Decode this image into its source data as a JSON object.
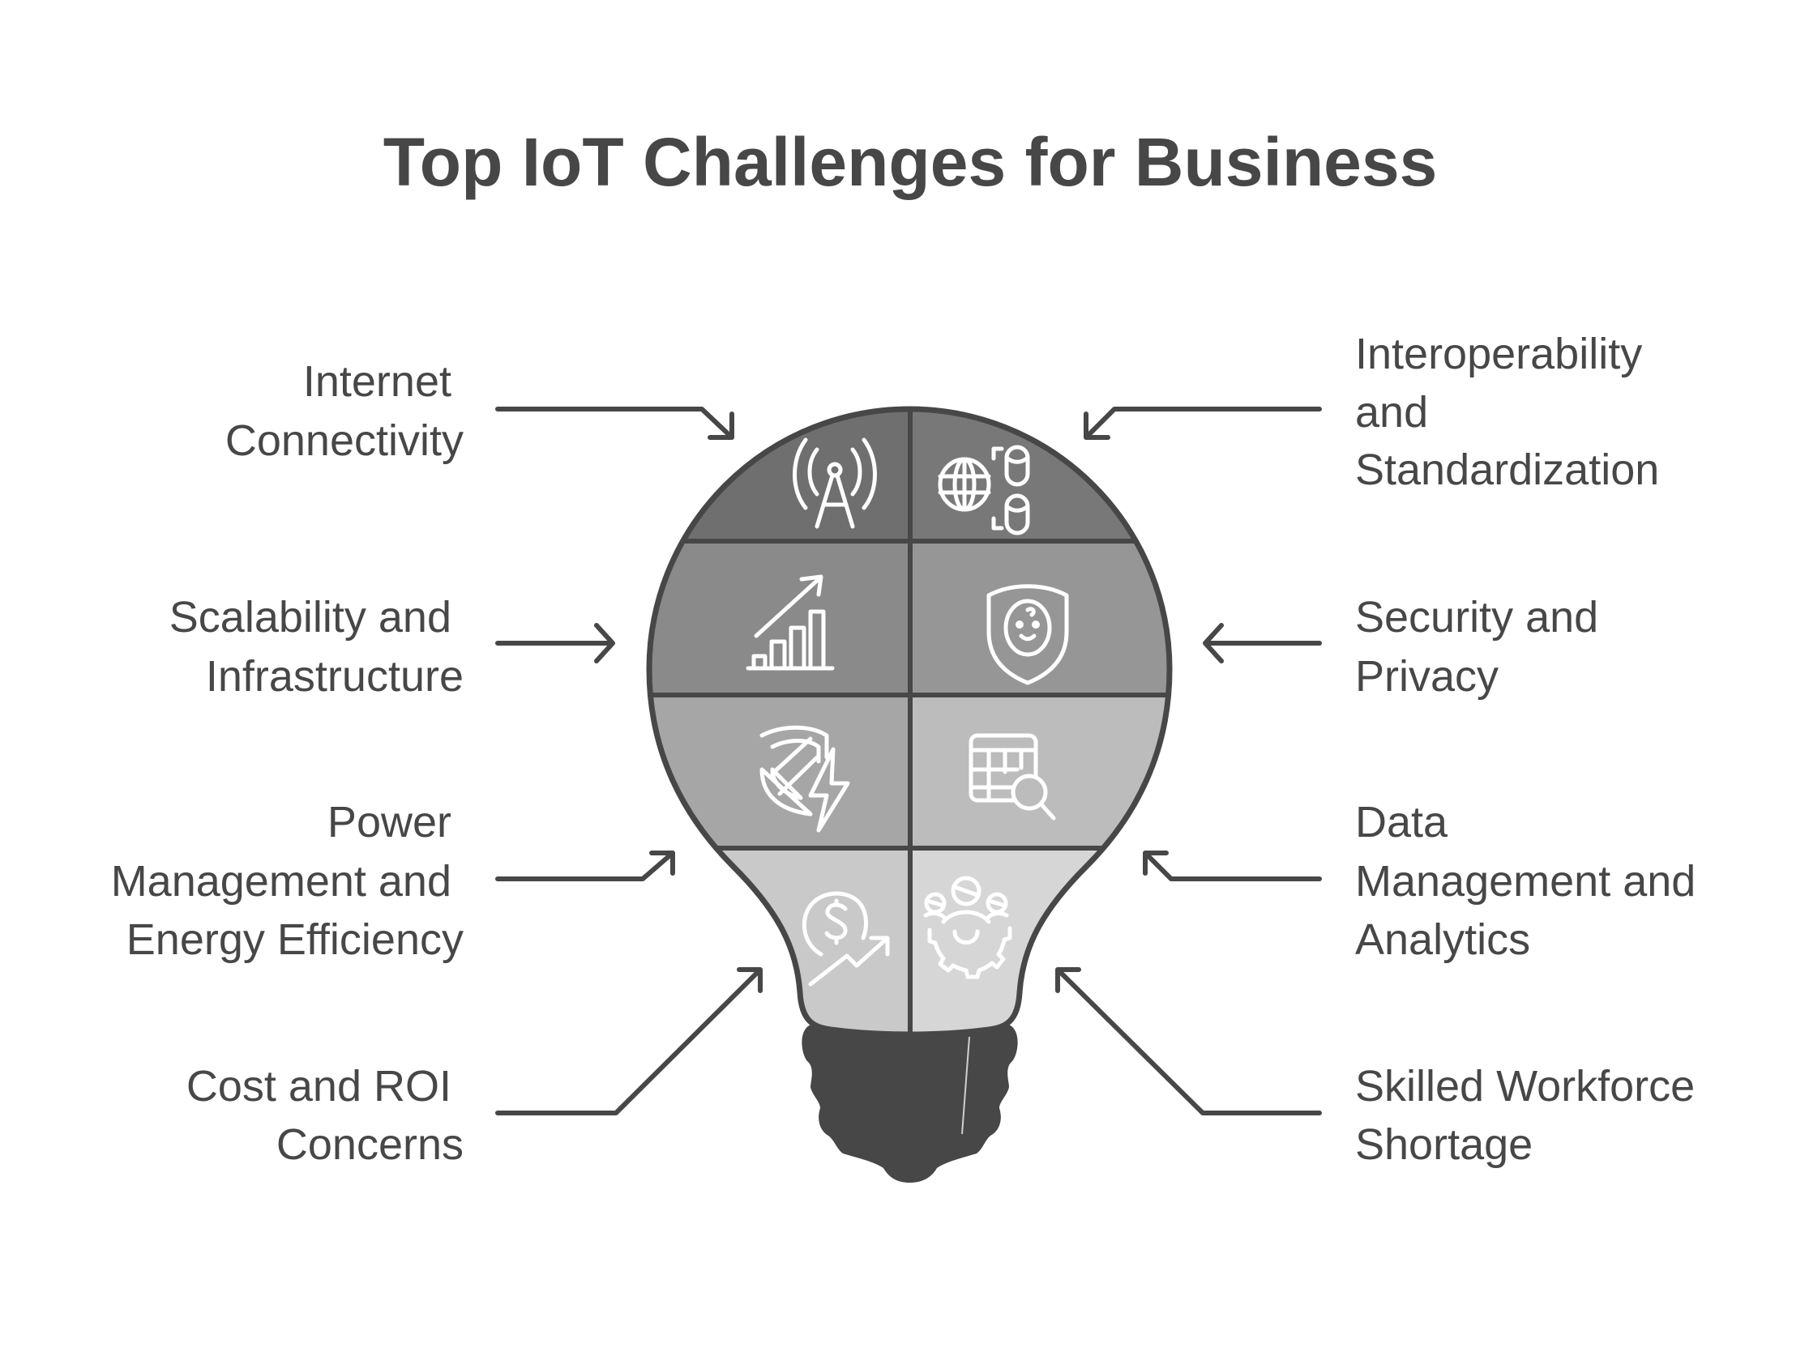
{
  "title": "Top IoT Challenges for Business",
  "colors": {
    "text": "#474747",
    "outline": "#474747",
    "base": "#474747",
    "segment_fills": [
      "#6f6f6f",
      "#787878",
      "#8a8a8a",
      "#969696",
      "#a6a6a6",
      "#bcbcbc",
      "#c9c9c9",
      "#d6d6d6"
    ]
  },
  "challenges": [
    {
      "side": "left",
      "lines": [
        "Internet",
        "Connectivity"
      ],
      "icon": "radio-tower-icon"
    },
    {
      "side": "right",
      "lines": [
        "Interoperability",
        "and",
        "Standardization"
      ],
      "icon": "globe-database-icon"
    },
    {
      "side": "left",
      "lines": [
        "Scalability and",
        "Infrastructure"
      ],
      "icon": "growth-chart-icon"
    },
    {
      "side": "right",
      "lines": [
        "Security and",
        "Privacy"
      ],
      "icon": "shield-user-icon"
    },
    {
      "side": "left",
      "lines": [
        "Power",
        "Management and",
        "Energy Efficiency"
      ],
      "icon": "shield-bolt-icon"
    },
    {
      "side": "right",
      "lines": [
        "Data",
        "Management and",
        "Analytics"
      ],
      "icon": "table-search-icon"
    },
    {
      "side": "left",
      "lines": [
        "Cost and ROI",
        "Concerns"
      ],
      "icon": "dollar-trend-icon"
    },
    {
      "side": "right",
      "lines": [
        "Skilled Workforce",
        "Shortage"
      ],
      "icon": "team-gear-icon"
    }
  ]
}
